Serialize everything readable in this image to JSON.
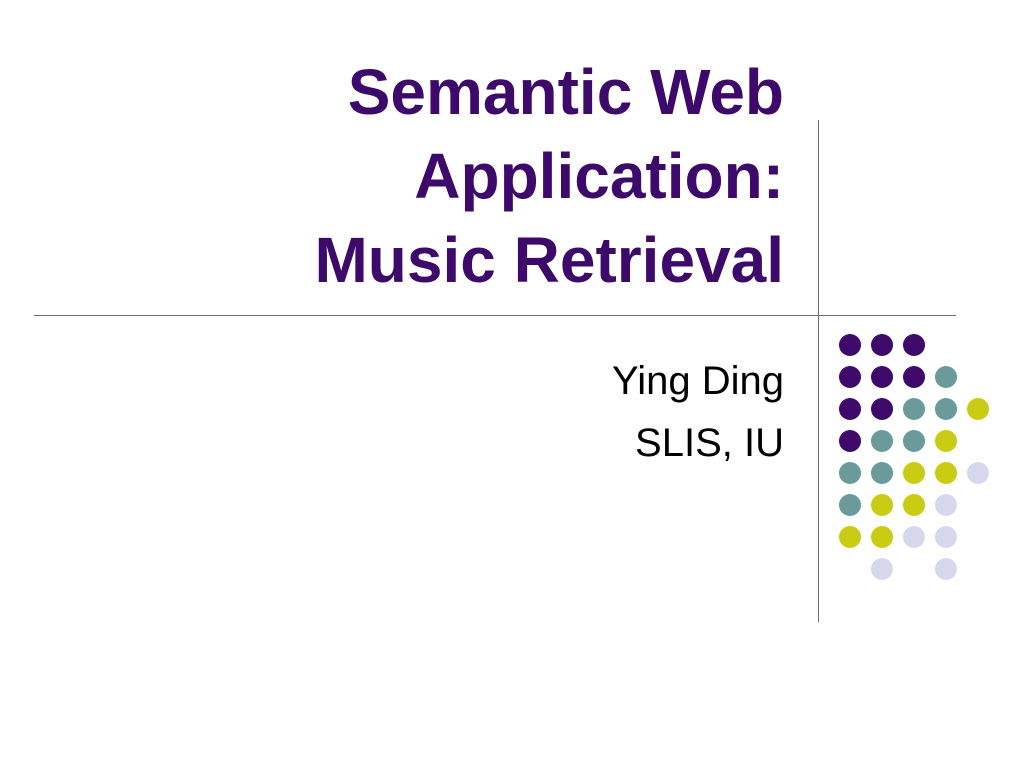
{
  "slide": {
    "title_lines": [
      "Semantic Web",
      "Application:",
      "Music Retrieval"
    ],
    "author": "Ying Ding",
    "affiliation": "SLIS, IU"
  },
  "colors": {
    "title": "#3d0a6b",
    "dot_purple": "#3d0a6b",
    "dot_teal": "#6a9a9a",
    "dot_yellow": "#c9cc10",
    "dot_lavender": "#d8d8ec"
  },
  "dot_grid": [
    [
      "purple",
      "purple",
      "purple",
      "",
      ""
    ],
    [
      "purple",
      "purple",
      "purple",
      "teal",
      ""
    ],
    [
      "purple",
      "purple",
      "teal",
      "teal",
      "yellow"
    ],
    [
      "purple",
      "teal",
      "teal",
      "yellow",
      ""
    ],
    [
      "teal",
      "teal",
      "yellow",
      "yellow",
      "lavender"
    ],
    [
      "teal",
      "yellow",
      "yellow",
      "lavender",
      ""
    ],
    [
      "yellow",
      "yellow",
      "lavender",
      "lavender",
      ""
    ],
    [
      "",
      "lavender",
      "",
      "lavender",
      ""
    ]
  ]
}
